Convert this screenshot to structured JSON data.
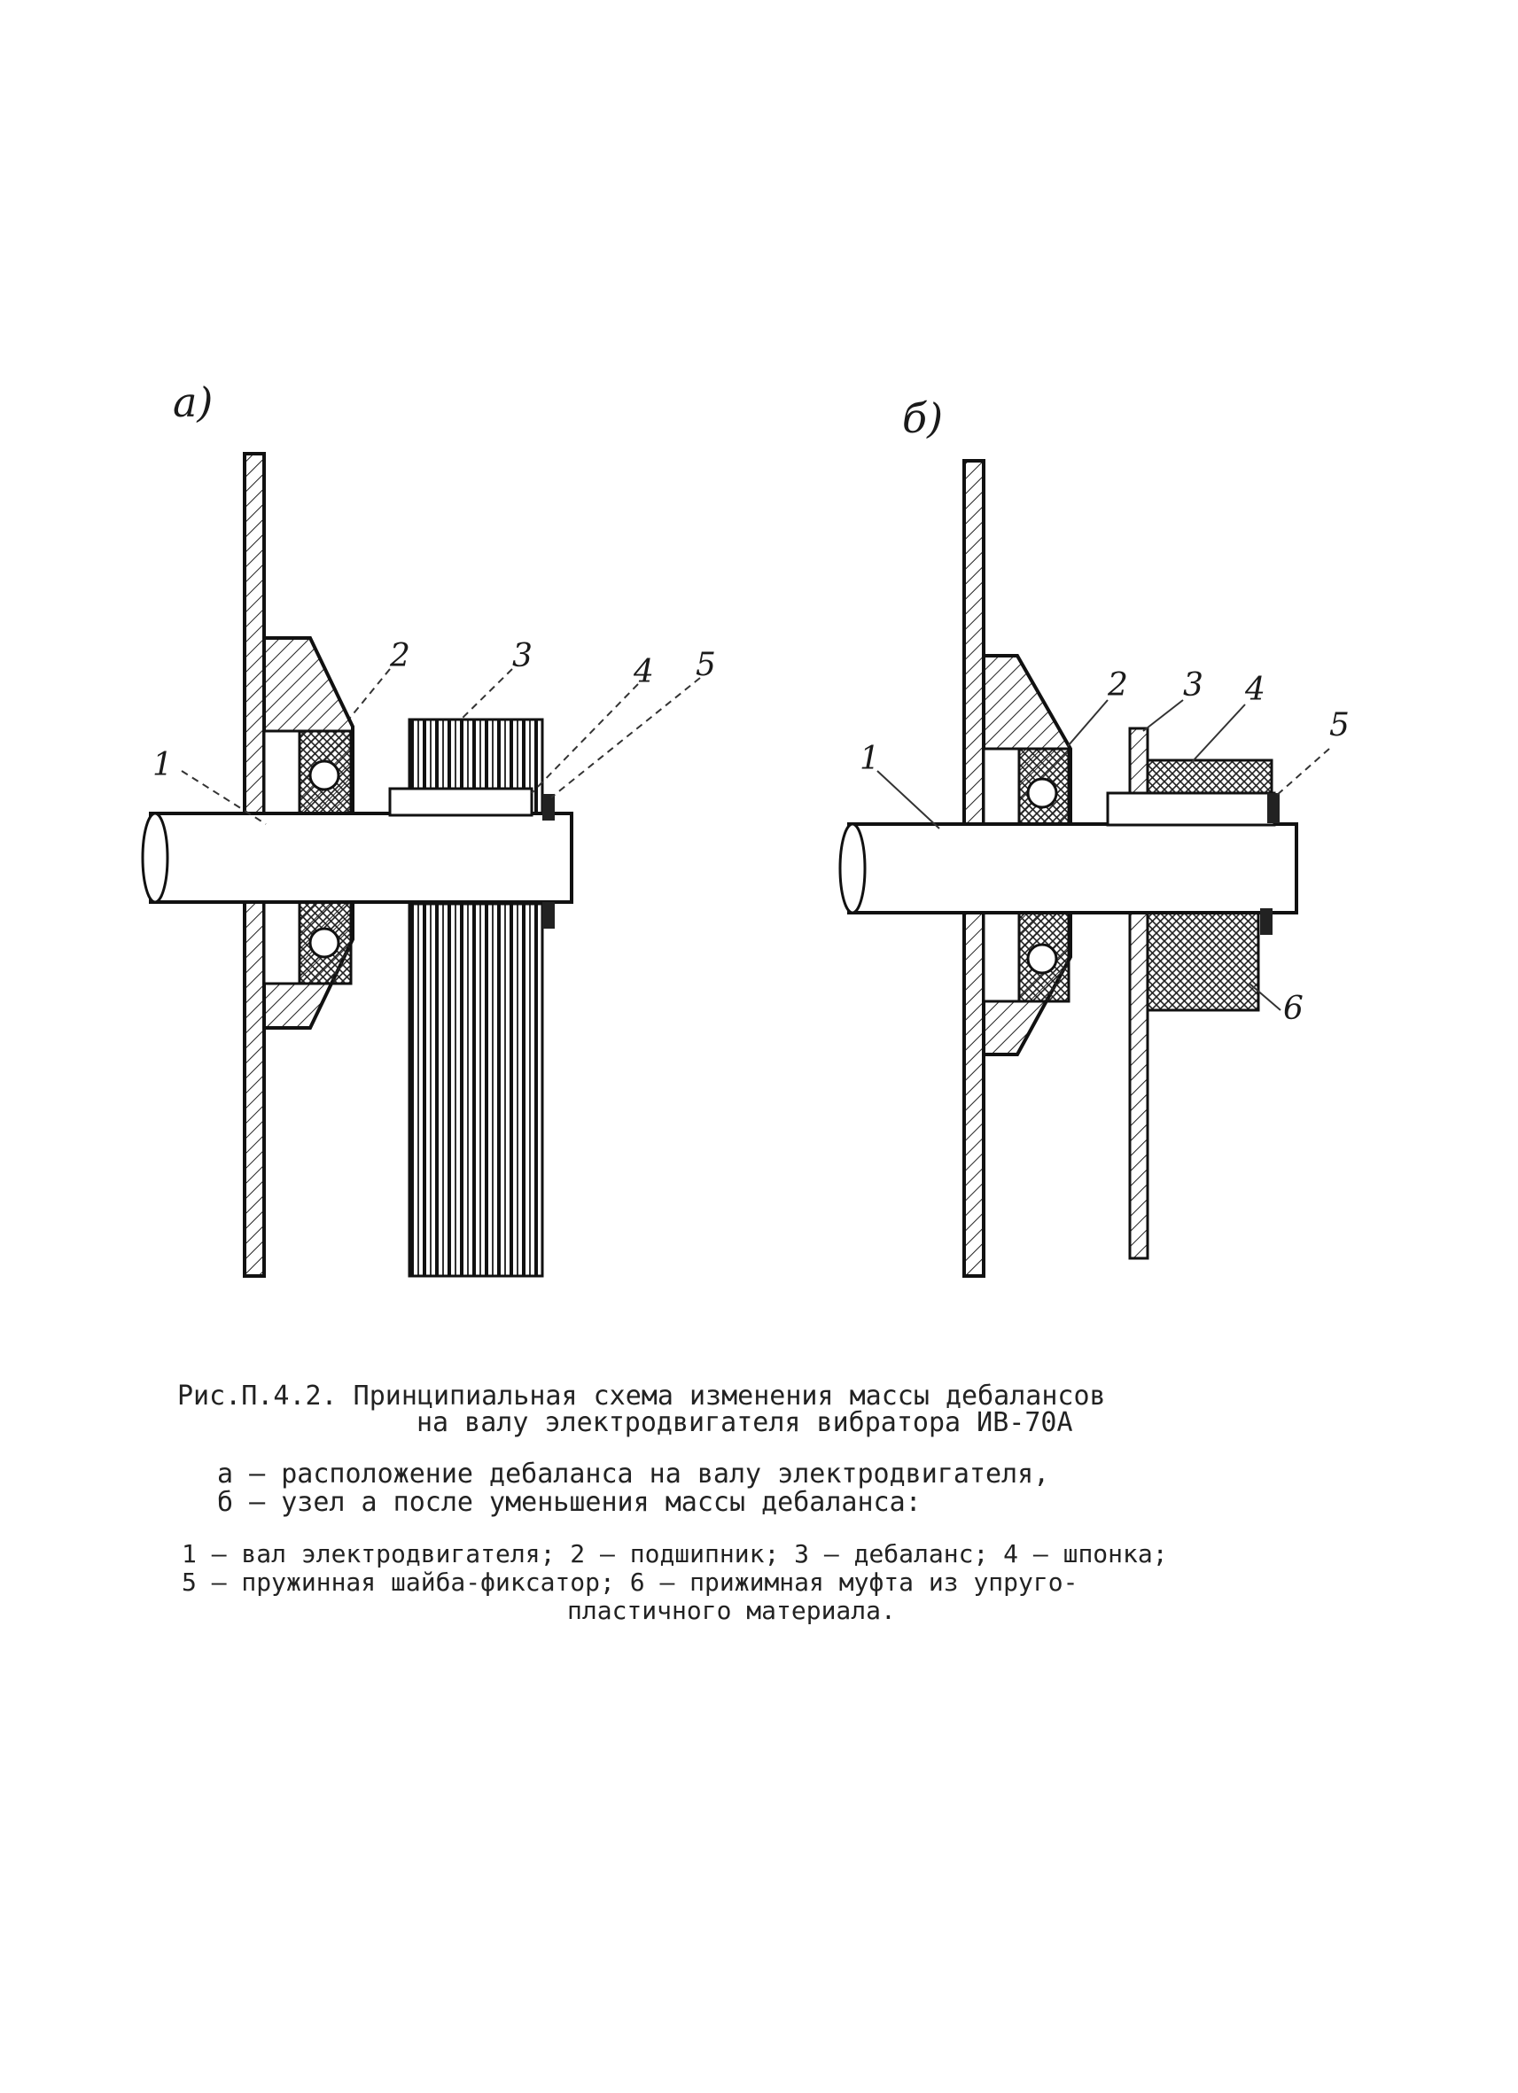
{
  "figure_a": {
    "panel_label": "а)",
    "labels": {
      "p1": "1",
      "p2": "2",
      "p3": "3",
      "p4": "4",
      "p5": "5"
    }
  },
  "figure_b": {
    "panel_label": "б)",
    "labels": {
      "p1": "1",
      "p2": "2",
      "p3": "3",
      "p4": "4",
      "p5": "5",
      "p6": "6"
    }
  },
  "caption": {
    "title_line1": "Рис.П.4.2. Принципиальная схема изменения массы дебалансов",
    "title_line2": "на валу электродвигателя вибратора ИВ-70А",
    "sub_a": "а – расположение дебаланса на валу электродвигателя,",
    "sub_b": "б – узел а после уменьшения массы дебаланса:",
    "legend_line1": "1 – вал электродвигателя; 2 – подшипник; 3 – дебаланс; 4 – шпонка;",
    "legend_line2": "5 – пружинная шайба-фиксатор; 6 – прижимная муфта из упруго-",
    "legend_line3": "пластичного материала."
  }
}
